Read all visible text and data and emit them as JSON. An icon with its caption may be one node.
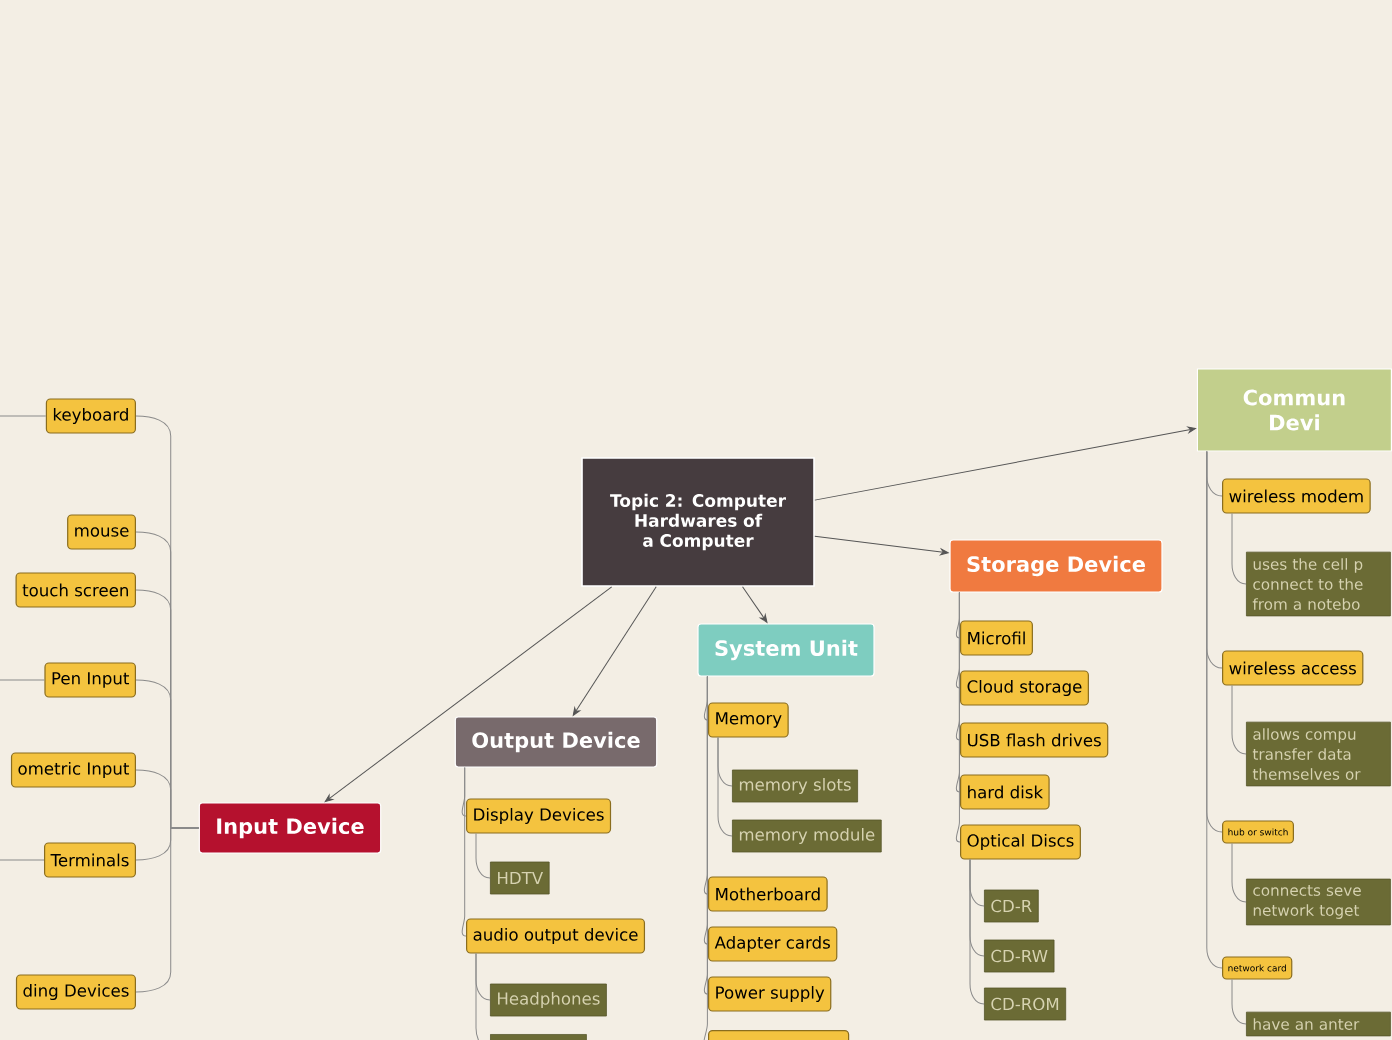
{
  "diagram": {
    "nodes": [
      {
        "text": [
          "Topic 2: Computer Hardwares of a Computer"
        ]
      },
      {
        "text": [
          "Input Device"
        ]
      },
      {
        "text": [
          "Output Device"
        ]
      },
      {
        "text": [
          "System Unit"
        ]
      },
      {
        "text": [
          "Storage Device"
        ]
      },
      {
        "text": [
          "Commun Devi"
        ]
      },
      {
        "text": [
          "keyboard"
        ]
      },
      {
        "text": [
          "mouse"
        ]
      },
      {
        "text": [
          "touch screen"
        ]
      },
      {
        "text": [
          "Pen Input"
        ]
      },
      {
        "text": [
          "ometric Input"
        ]
      },
      {
        "text": [
          "Terminals"
        ]
      },
      {
        "text": [
          "ding Devices"
        ]
      },
      {
        "text": [
          "Display Devices"
        ]
      },
      {
        "text": [
          "HDTV"
        ]
      },
      {
        "text": [
          "audio output device"
        ]
      },
      {
        "text": [
          "Headphones"
        ]
      },
      {
        "text": [],
        "shape": "box"
      },
      {
        "text": [
          "Memory"
        ]
      },
      {
        "text": [
          "memory slots"
        ]
      },
      {
        "text": [
          "memory module"
        ]
      },
      {
        "text": [
          "Motherboard"
        ]
      },
      {
        "text": [
          "Adapter cards"
        ]
      },
      {
        "text": [
          "Power supply"
        ]
      },
      {
        "text": [],
        "shape": "box"
      },
      {
        "text": [
          "Microfil"
        ]
      },
      {
        "text": [
          "Cloud storage"
        ]
      },
      {
        "text": [
          "USB flash drives"
        ]
      },
      {
        "text": [
          "hard disk"
        ]
      },
      {
        "text": [
          "Optical Discs"
        ]
      },
      {
        "text": [
          "CD-R"
        ]
      },
      {
        "text": [
          "CD-RW"
        ]
      },
      {
        "text": [
          "CD-ROM"
        ]
      },
      {
        "text": [
          "wireless modem"
        ]
      },
      {
        "text": [
          "uses the cell p connect to the from a notebo"
        ]
      },
      {
        "text": [
          "wireless access"
        ]
      },
      {
        "text": [
          "allows compu transfer data themselves or"
        ]
      },
      {
        "text": [
          "hub or switch"
        ]
      },
      {
        "text": [
          "connects seve network toget"
        ]
      },
      {
        "text": [
          "network card"
        ]
      },
      {
        "text": [
          "have an anter"
        ]
      }
    ],
    "edges": [
      {
        "from": 0,
        "to": 1,
        "arrow": "to",
        "color": "#555555"
      },
      {
        "from": 0,
        "to": 2,
        "arrow": "to",
        "color": "#555555"
      },
      {
        "from": 0,
        "to": 3,
        "arrow": "to",
        "color": "#555555"
      },
      {
        "from": 0,
        "to": 4,
        "arrow": "to",
        "color": "#555555"
      },
      {
        "from": 0,
        "to": 5,
        "arrow": "to",
        "color": "#555555"
      },
      {
        "from": 1,
        "to": 6,
        "arrow": "none"
      },
      {
        "from": 1,
        "to": 7,
        "arrow": "none"
      },
      {
        "from": 1,
        "to": 8,
        "arrow": "none"
      },
      {
        "from": 1,
        "to": 9,
        "arrow": "none"
      },
      {
        "from": 1,
        "to": 10,
        "arrow": "none"
      },
      {
        "from": 1,
        "to": 11,
        "arrow": "none"
      },
      {
        "from": 1,
        "to": 12,
        "arrow": "none"
      },
      {
        "from": 6,
        "to": null,
        "arrow": "none"
      },
      {
        "from": 9,
        "to": null,
        "arrow": "none"
      },
      {
        "from": 11,
        "to": null,
        "arrow": "none"
      },
      {
        "from": 2,
        "to": 13,
        "arrow": "none"
      },
      {
        "from": 13,
        "to": 14,
        "arrow": "none"
      },
      {
        "from": 2,
        "to": 15,
        "arrow": "none"
      },
      {
        "from": 15,
        "to": 16,
        "arrow": "none"
      },
      {
        "from": 15,
        "to": 17,
        "arrow": "none"
      },
      {
        "from": 3,
        "to": 18,
        "arrow": "none"
      },
      {
        "from": 18,
        "to": 19,
        "arrow": "none"
      },
      {
        "from": 18,
        "to": 20,
        "arrow": "none"
      },
      {
        "from": 3,
        "to": 21,
        "arrow": "none"
      },
      {
        "from": 3,
        "to": 22,
        "arrow": "none"
      },
      {
        "from": 3,
        "to": 23,
        "arrow": "none"
      },
      {
        "from": 3,
        "to": 24,
        "arrow": "none"
      },
      {
        "from": 4,
        "to": 25,
        "arrow": "none"
      },
      {
        "from": 4,
        "to": 26,
        "arrow": "none"
      },
      {
        "from": 4,
        "to": 27,
        "arrow": "none"
      },
      {
        "from": 4,
        "to": 28,
        "arrow": "none"
      },
      {
        "from": 4,
        "to": 29,
        "arrow": "none"
      },
      {
        "from": 29,
        "to": 30,
        "arrow": "none"
      },
      {
        "from": 29,
        "to": 31,
        "arrow": "none"
      },
      {
        "from": 29,
        "to": 32,
        "arrow": "none"
      },
      {
        "from": 5,
        "to": 33,
        "arrow": "none"
      },
      {
        "from": 33,
        "to": 34,
        "arrow": "none"
      },
      {
        "from": 5,
        "to": 35,
        "arrow": "none"
      },
      {
        "from": 35,
        "to": 36,
        "arrow": "none"
      },
      {
        "from": 5,
        "to": 37,
        "arrow": "none"
      },
      {
        "from": 37,
        "to": 38,
        "arrow": "none"
      },
      {
        "from": 5,
        "to": 39,
        "arrow": "none"
      },
      {
        "from": 39,
        "to": 40,
        "arrow": "none"
      }
    ]
  }
}
